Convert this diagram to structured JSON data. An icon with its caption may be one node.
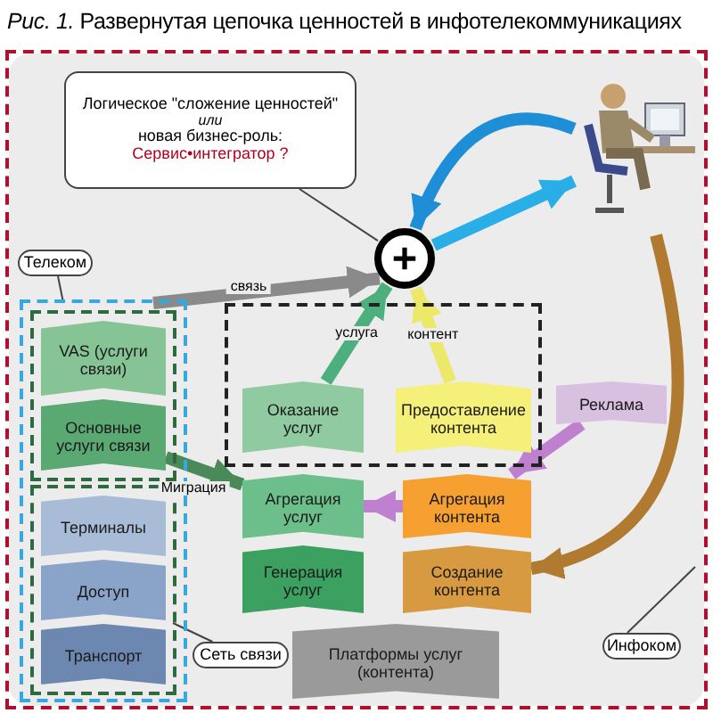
{
  "diagram": {
    "title": "*Рис. 1.* Развернутая цепочка ценностей в инфотелекоммуникациях",
    "nodes": [
      {
        "text": [],
        "shape": "box"
      },
      {
        "text": [
          "Логическое \"сложение ценностей\"",
          "или",
          "новая бизнес-роль:",
          "Сервис•интегратор ?"
        ],
        "in": 0
      },
      {
        "text": [],
        "shape": "picture",
        "in": 0
      },
      {
        "text": [],
        "shape": "box",
        "in": 0
      },
      {
        "text": [],
        "shape": "circle",
        "in": 0
      },
      {
        "text": [
          "Телеком"
        ],
        "in": 0
      },
      {
        "text": [],
        "shape": "box",
        "in": 0
      },
      {
        "text": [],
        "shape": "box",
        "in": 6
      },
      {
        "text": [
          "VAS (услуги связи)"
        ],
        "in": 7
      },
      {
        "text": [
          "Основные услуги связи"
        ],
        "in": 7
      },
      {
        "text": [],
        "shape": "box",
        "in": 6
      },
      {
        "text": [
          "Терминалы"
        ],
        "in": 10
      },
      {
        "text": [
          "Доступ"
        ],
        "in": 10
      },
      {
        "text": [
          "Транспорт"
        ],
        "in": 10
      },
      {
        "text": [
          "Сеть связи"
        ],
        "in": 0
      },
      {
        "text": [
          "Оказание услуг"
        ],
        "in": 3
      },
      {
        "text": [
          "Предоставление контента"
        ],
        "in": 3
      },
      {
        "text": [
          "Агрегация услуг"
        ],
        "in": 0
      },
      {
        "text": [
          "Агрегация контента"
        ],
        "in": 0
      },
      {
        "text": [
          "Генерация услуг"
        ],
        "in": 0
      },
      {
        "text": [
          "Создание контента"
        ],
        "in": 0
      },
      {
        "text": [
          "Реклама"
        ],
        "in": 0
      },
      {
        "text": [
          "Платформы услуг (контента)"
        ],
        "in": 0
      },
      {
        "text": [
          "Инфоком"
        ],
        "in": 0
      }
    ],
    "edges": [
      {
        "from": 1,
        "to": 4,
        "arrow": "none"
      },
      {
        "from": 2,
        "to": 4,
        "arrow": "to",
        "color": "#1e8fd6"
      },
      {
        "from": 4,
        "to": 2,
        "arrow": "to",
        "color": "#29aee8"
      },
      {
        "from": 6,
        "to": 4,
        "arrow": "to",
        "label": "связь",
        "color": "#8a8a8a"
      },
      {
        "from": 15,
        "to": 4,
        "arrow": "to",
        "label": "услуга",
        "color": "#4caf7d"
      },
      {
        "from": 16,
        "to": 4,
        "arrow": "to",
        "label": "контент",
        "color": "#ece86a"
      },
      {
        "from": 9,
        "to": 17,
        "arrow": "to",
        "label": "Миграция",
        "color": "#4a8a5a"
      },
      {
        "from": 18,
        "to": 17,
        "arrow": "to",
        "color": "#c080d0"
      },
      {
        "from": 21,
        "to": 18,
        "arrow": "to",
        "color": "#c080d0"
      },
      {
        "from": 2,
        "to": 20,
        "arrow": "to",
        "color": "#b07a30"
      },
      {
        "from": 5,
        "to": 6,
        "arrow": "none"
      },
      {
        "from": 14,
        "to": 10,
        "arrow": "none"
      },
      {
        "from": 23,
        "to": 0,
        "arrow": "none"
      }
    ]
  }
}
